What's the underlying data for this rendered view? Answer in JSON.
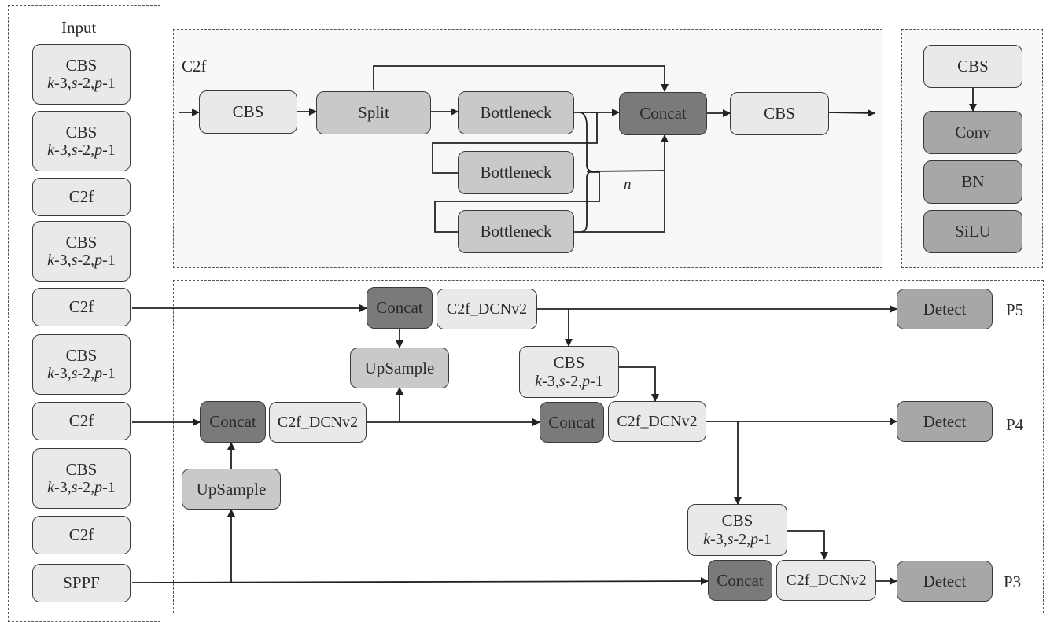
{
  "backbone": {
    "title": "Input",
    "blocks": [
      {
        "name": "CBS",
        "params": [
          "k",
          "-3,",
          "s",
          "-2,",
          "p",
          "-1"
        ]
      },
      {
        "name": "CBS",
        "params": [
          "k",
          "-3,",
          "s",
          "-2,",
          "p",
          "-1"
        ]
      },
      {
        "name": "C2f"
      },
      {
        "name": "CBS",
        "params": [
          "k",
          "-3,",
          "s",
          "-2,",
          "p",
          "-1"
        ]
      },
      {
        "name": "C2f"
      },
      {
        "name": "CBS",
        "params": [
          "k",
          "-3,",
          "s",
          "-2,",
          "p",
          "-1"
        ]
      },
      {
        "name": "C2f"
      },
      {
        "name": "CBS",
        "params": [
          "k",
          "-3,",
          "s",
          "-2,",
          "p",
          "-1"
        ]
      },
      {
        "name": "C2f"
      },
      {
        "name": "SPPF"
      }
    ]
  },
  "c2f_detail": {
    "title": "C2f",
    "cbs_in": "CBS",
    "split": "Split",
    "bottlenecks": [
      "Bottleneck",
      "Bottleneck",
      "Bottleneck"
    ],
    "repeat_label": "n",
    "concat": "Concat",
    "cbs_out": "CBS"
  },
  "cbs_detail": {
    "cbs": "CBS",
    "layers": [
      "Conv",
      "BN",
      "SiLU"
    ]
  },
  "head": {
    "concat_top": "Concat",
    "c2f_top": "C2f_DCNv2",
    "upsample_top": "UpSample",
    "concat_mid": "Concat",
    "c2f_mid": "C2f_DCNv2",
    "upsample_bottom": "UpSample",
    "cbs_p4": {
      "name": "CBS",
      "params": [
        "k",
        "-3,",
        "s",
        "-2,",
        "p",
        "-1"
      ]
    },
    "concat_p4": "Concat",
    "c2f_p4": "C2f_DCNv2",
    "cbs_p3": {
      "name": "CBS",
      "params": [
        "k",
        "-3,",
        "s",
        "-2,",
        "p",
        "-1"
      ]
    },
    "concat_p3": "Concat",
    "c2f_p3": "C2f_DCNv2",
    "detect_p5": "Detect",
    "detect_p4": "Detect",
    "detect_p3": "Detect",
    "scale_p5": "P5",
    "scale_p4": "P4",
    "scale_p3": "P3"
  }
}
